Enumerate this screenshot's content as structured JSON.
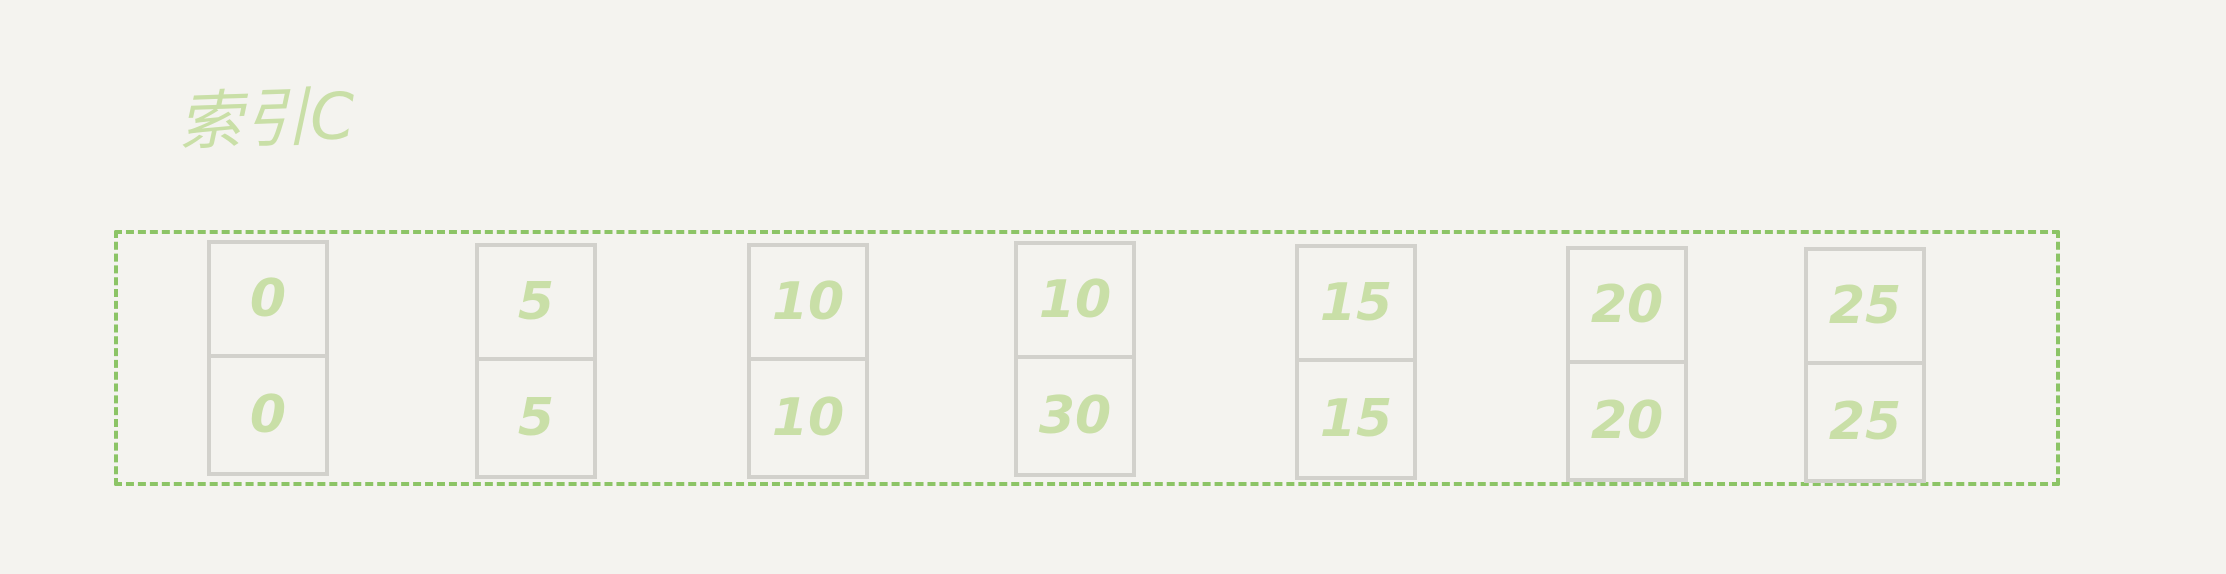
{
  "title": "索引C",
  "colors": {
    "background": "#f4f3ef",
    "dashed_border": "#8cc466",
    "cell_border": "#d2d1cc",
    "text": "#c9dfa7"
  },
  "entries": [
    {
      "top": "0",
      "bottom": "0"
    },
    {
      "top": "5",
      "bottom": "5"
    },
    {
      "top": "10",
      "bottom": "10"
    },
    {
      "top": "10",
      "bottom": "30"
    },
    {
      "top": "15",
      "bottom": "15"
    },
    {
      "top": "20",
      "bottom": "20"
    },
    {
      "top": "25",
      "bottom": "25"
    }
  ]
}
